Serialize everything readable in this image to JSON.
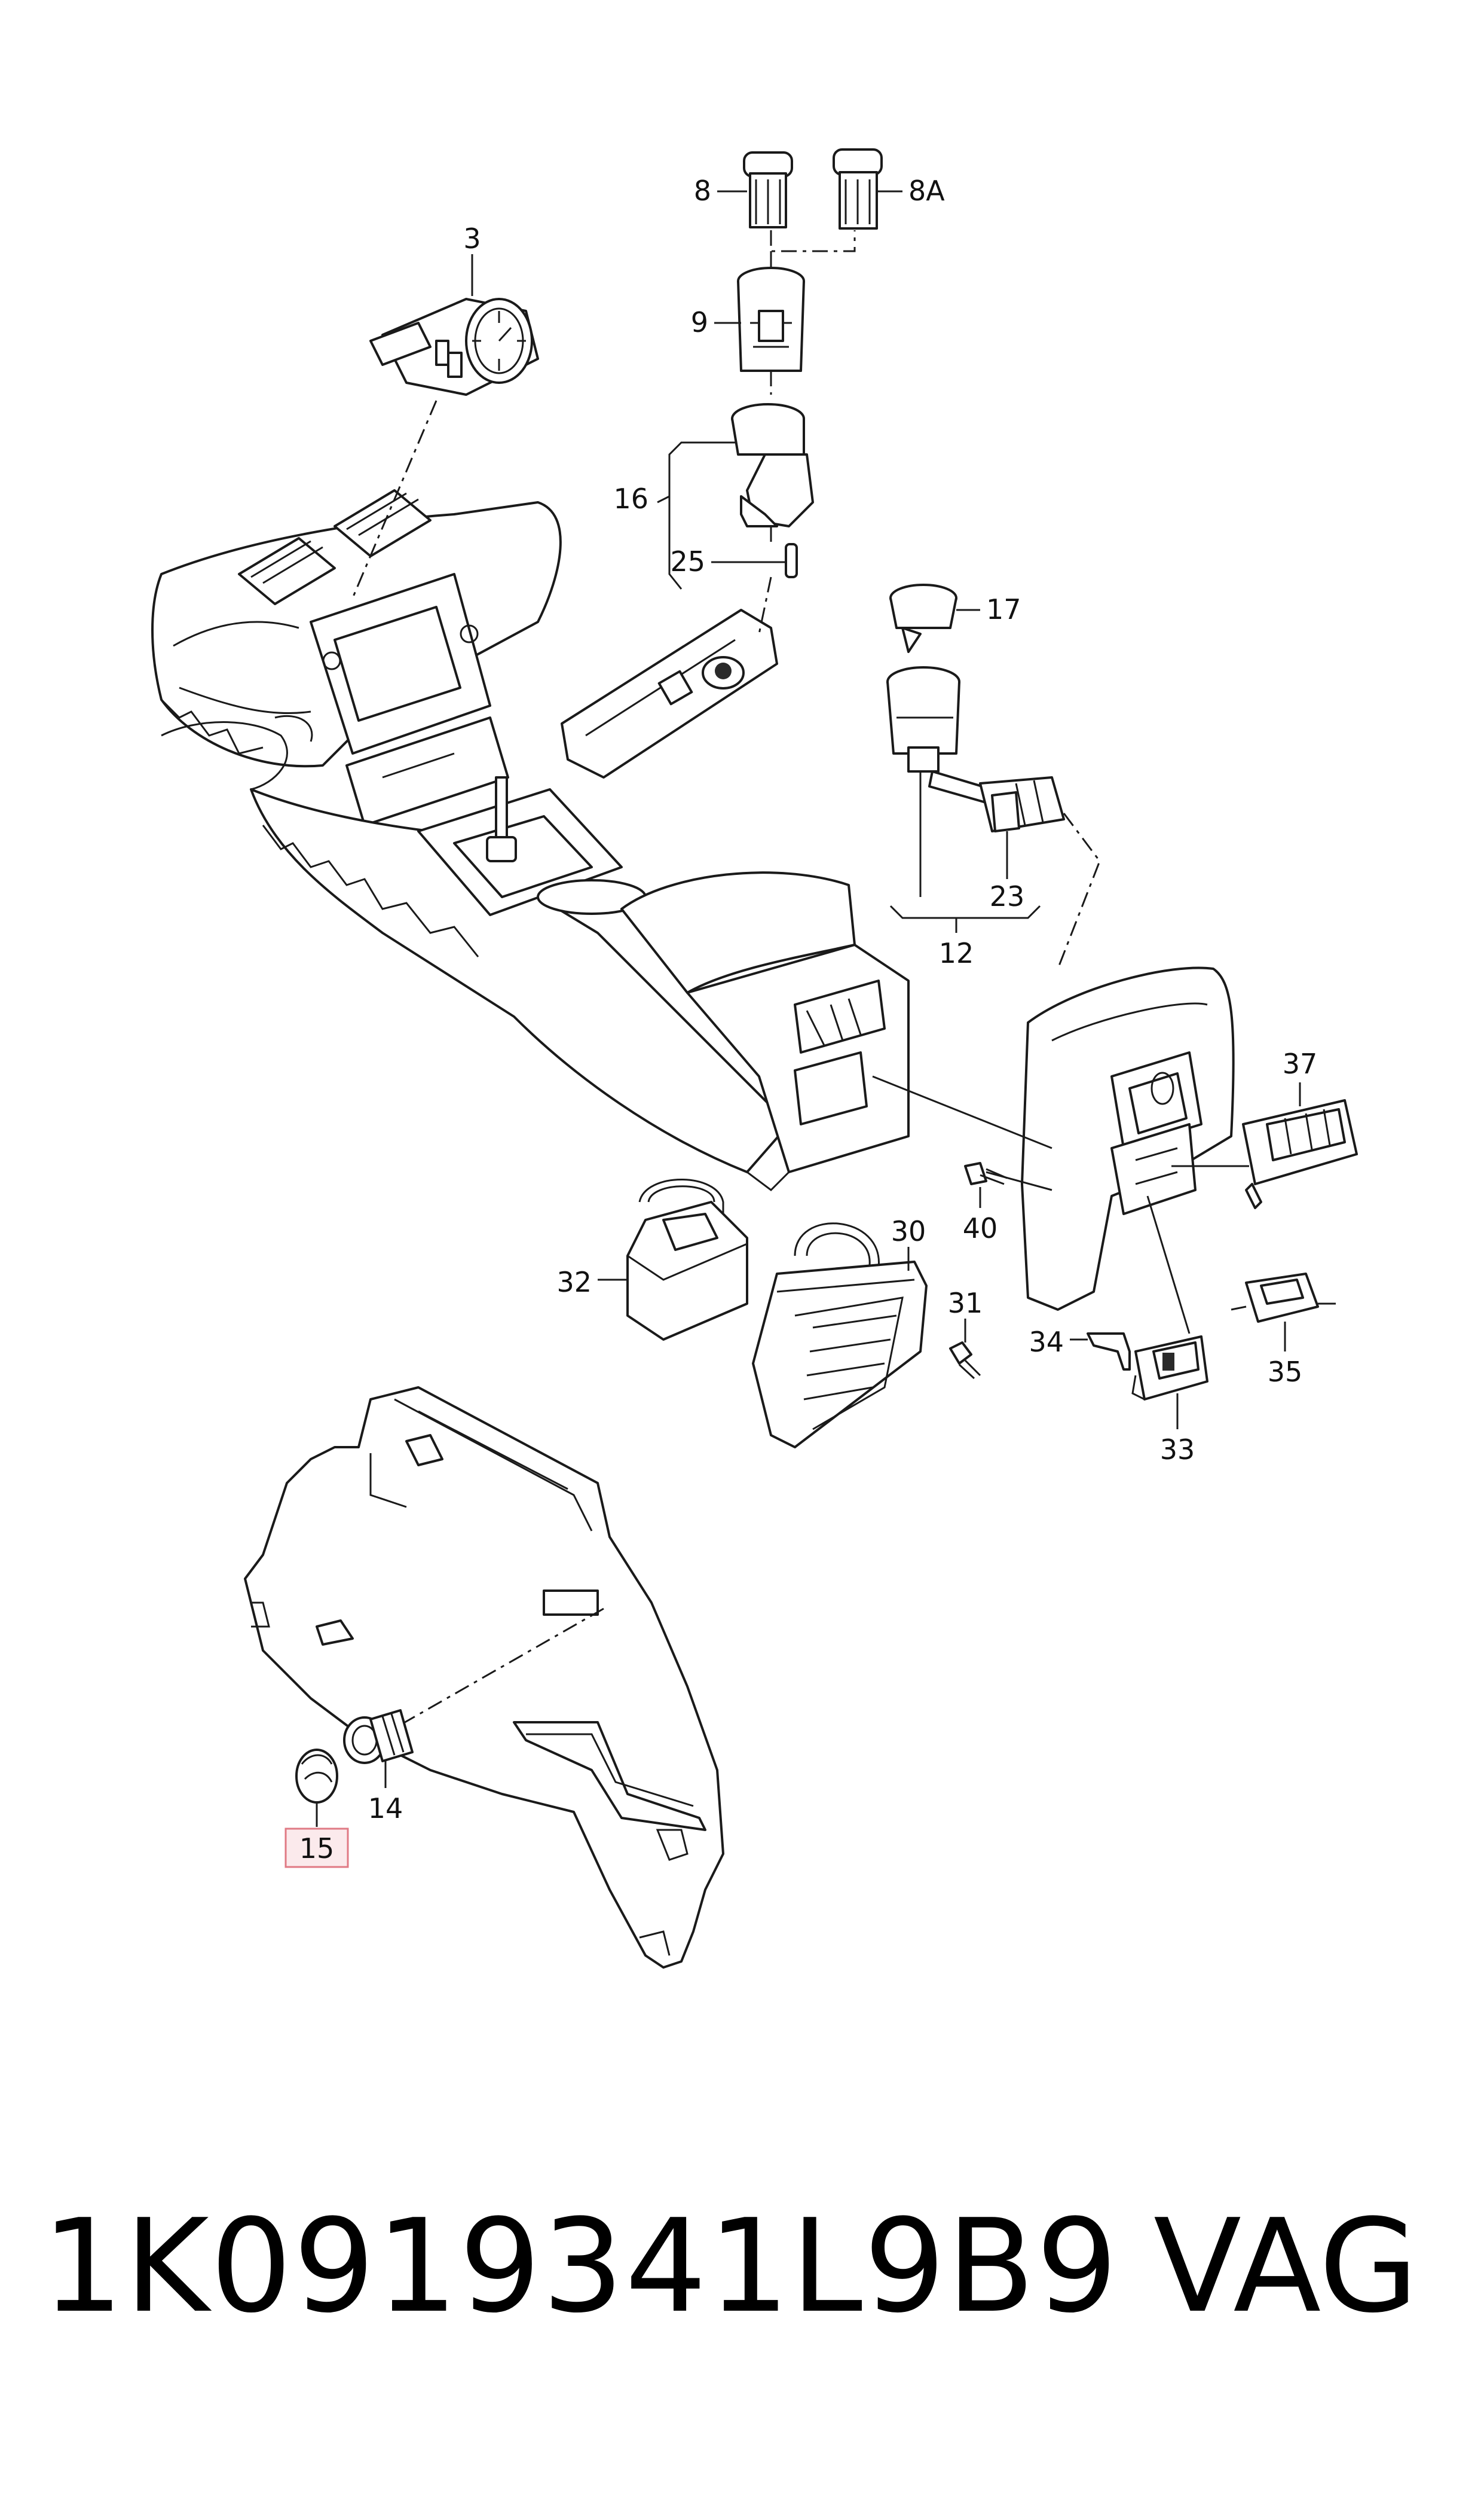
{
  "labels": {
    "l3": "3",
    "l8": "8",
    "l8a": "8A",
    "l9": "9",
    "l16": "16",
    "l25": "25",
    "l17": "17",
    "l23": "23",
    "l12": "12",
    "l37": "37",
    "l40": "40",
    "l32": "32",
    "l30": "30",
    "l31": "31",
    "l34": "34",
    "l35": "35",
    "l33": "33",
    "l14": "14",
    "l15": "15"
  },
  "highlight_color": "#e07a84",
  "footer": {
    "part_number": "1K0919341L9B9",
    "brand": "VAG"
  }
}
